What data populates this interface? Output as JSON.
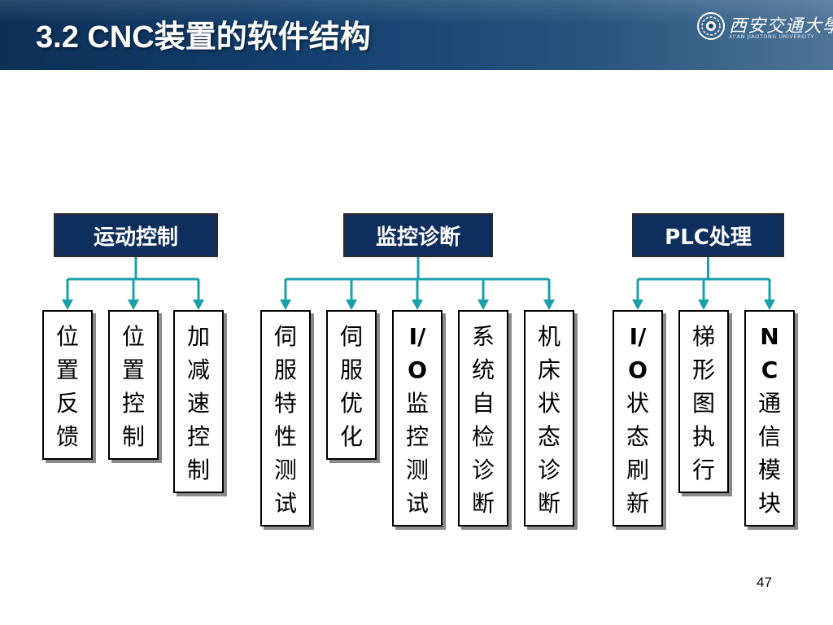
{
  "slide": {
    "title": "3.2  CNC装置的软件结构",
    "page_number": "47",
    "logo": {
      "name": "西安交通大學",
      "subtitle": "XI'AN JIAOTONG UNIVERSITY"
    }
  },
  "colors": {
    "header_dark": "#0c2f57",
    "category_fill": "#0e2e5e",
    "connector": "#1aa0a8"
  },
  "diagram": {
    "categories": [
      {
        "label": "运动控制",
        "children": [
          [
            "位",
            "置",
            "反",
            "馈"
          ],
          [
            "位",
            "置",
            "控",
            "制"
          ],
          [
            "加",
            "减",
            "速",
            "控",
            "制"
          ]
        ]
      },
      {
        "label": "监控诊断",
        "children": [
          [
            "伺",
            "服",
            "特",
            "性",
            "测",
            "试"
          ],
          [
            "伺",
            "服",
            "优",
            "化"
          ],
          [
            "I/",
            "O",
            "监",
            "控",
            "测",
            "试"
          ],
          [
            "系",
            "统",
            "自",
            "检",
            "诊",
            "断"
          ],
          [
            "机",
            "床",
            "状",
            "态",
            "诊",
            "断"
          ]
        ]
      },
      {
        "label": "PLC处理",
        "children": [
          [
            "I/",
            "O",
            "状",
            "态",
            "刷",
            "新"
          ],
          [
            "梯",
            "形",
            "图",
            "执",
            "行"
          ],
          [
            "N",
            "C",
            "通",
            "信",
            "模",
            "块"
          ]
        ]
      }
    ]
  }
}
